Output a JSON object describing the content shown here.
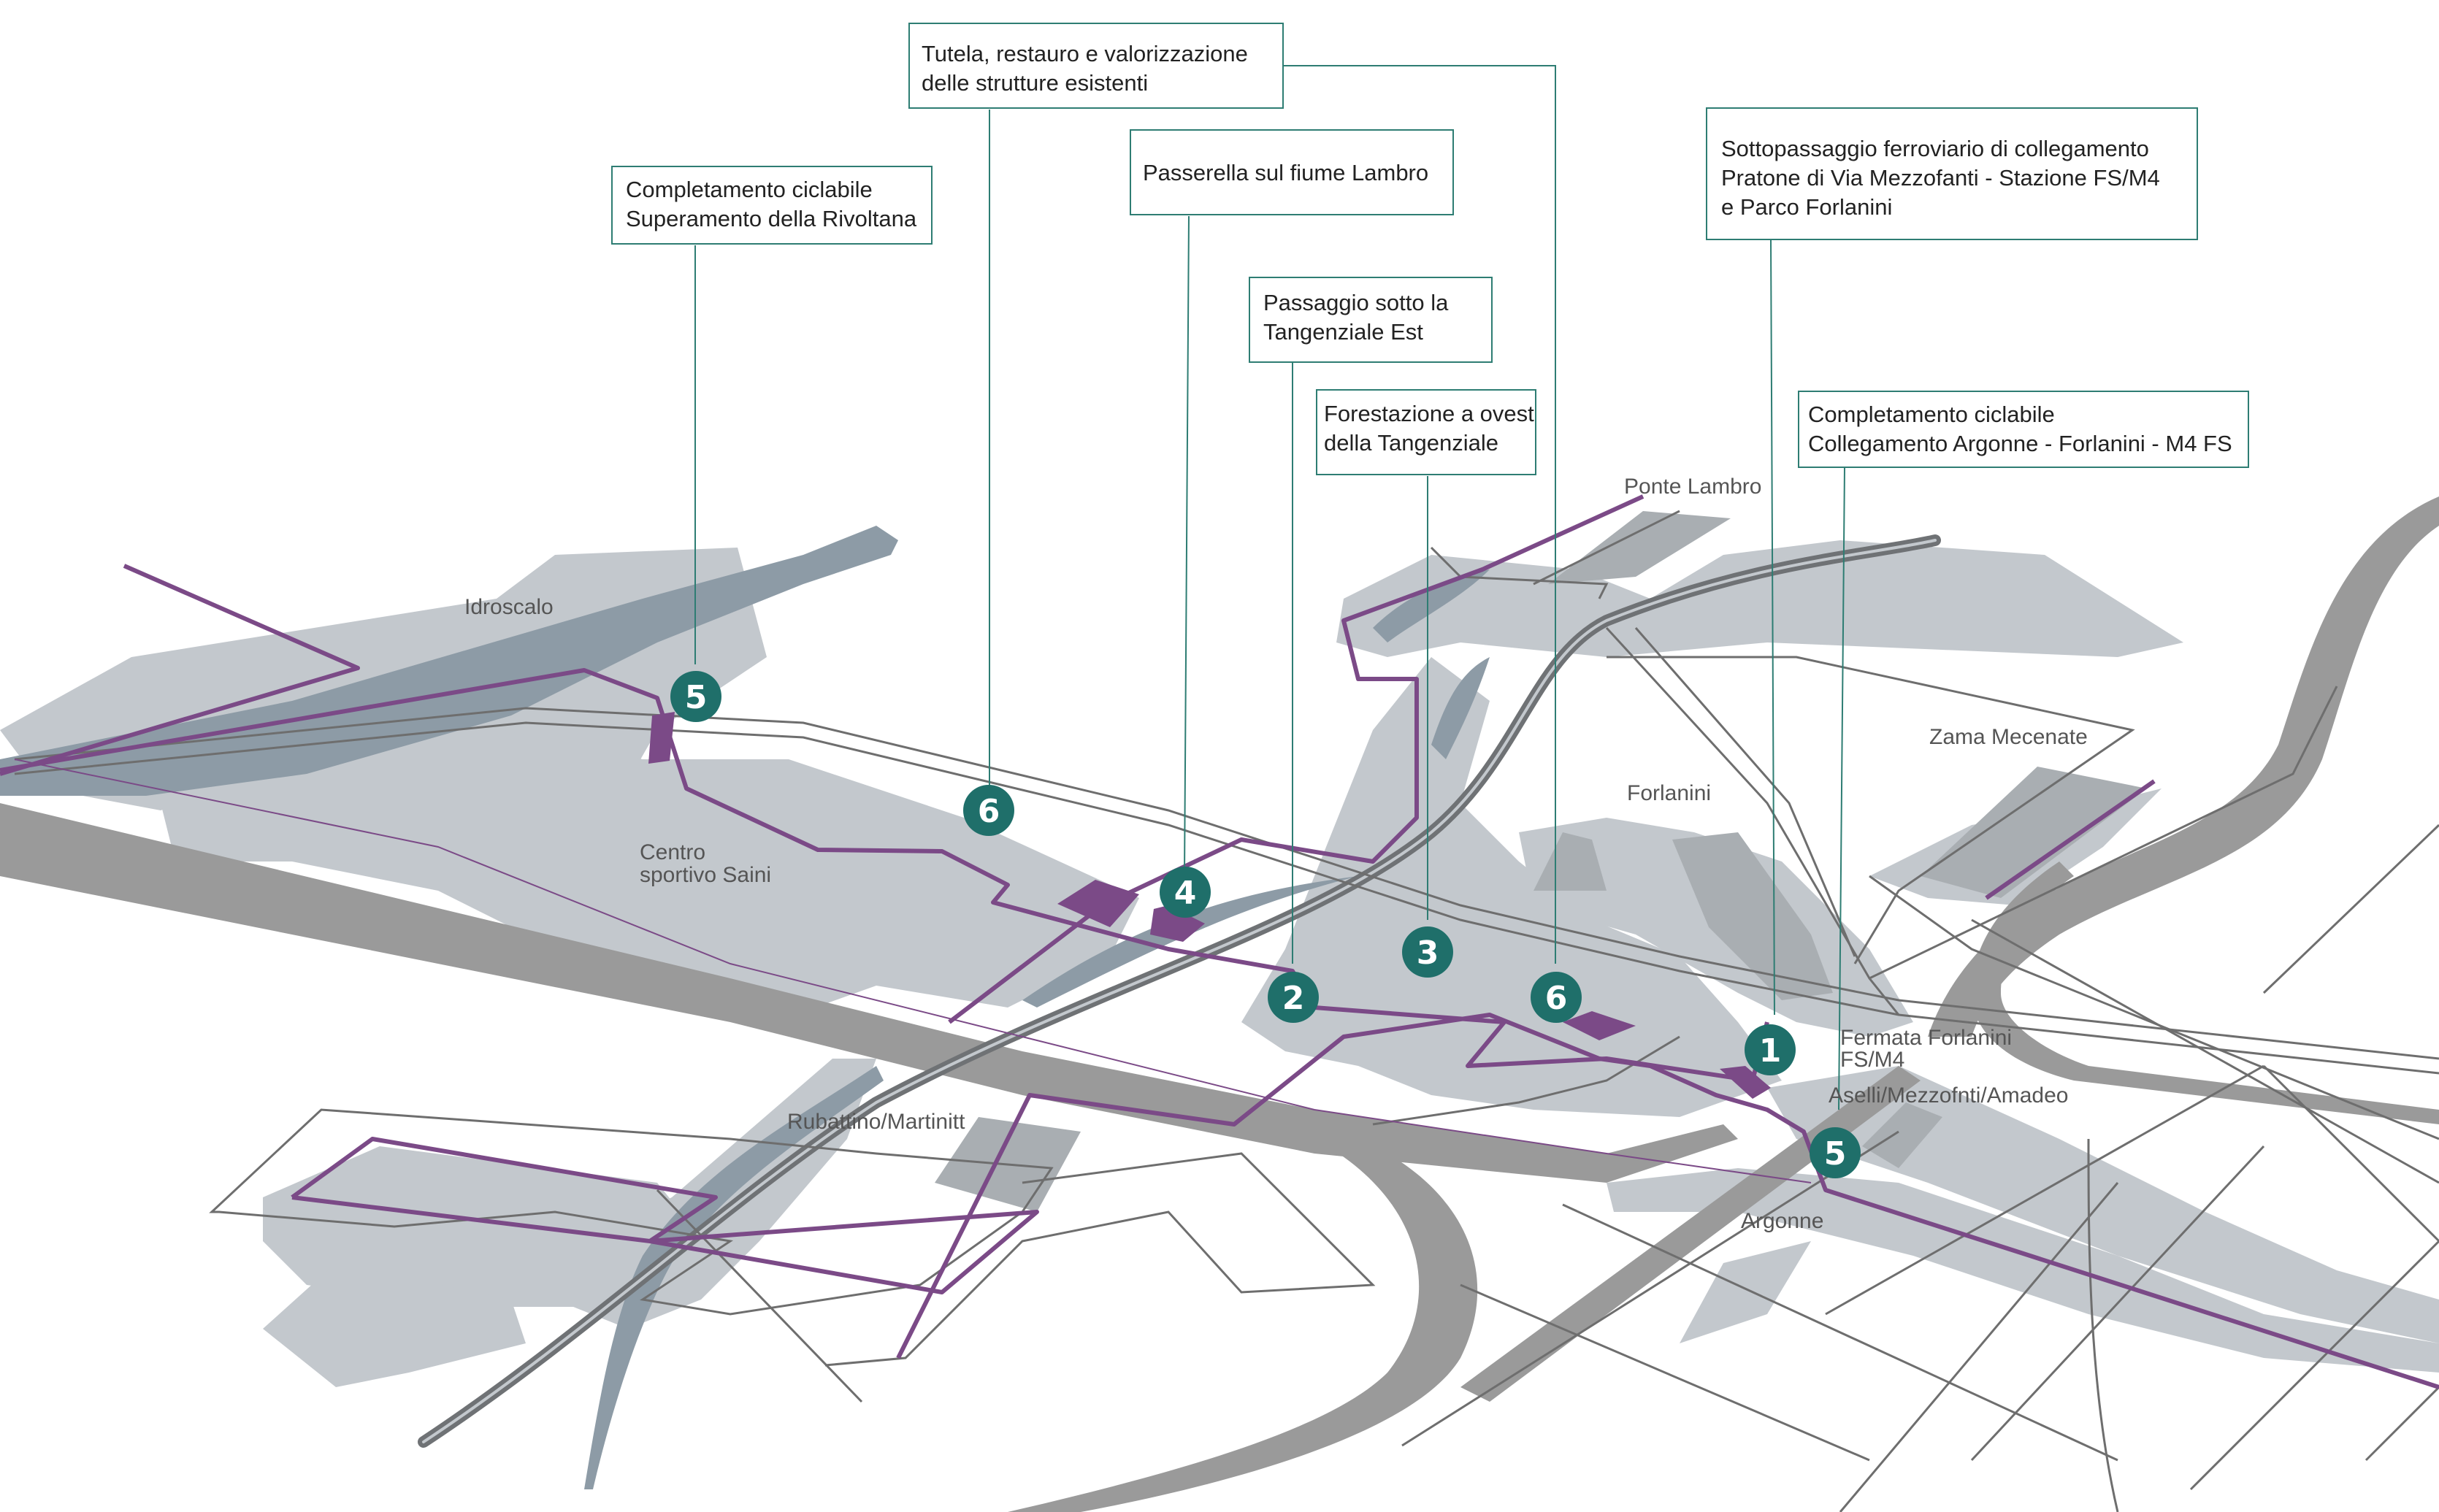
{
  "colors": {
    "area": "#c3c8cd",
    "area_dark": "#a9aeb2",
    "water": "#8d9ba6",
    "road": "#9a9a9a",
    "rail": "#6f7275",
    "line": "#6e6e6e",
    "route": "#7b4a87",
    "marker": "#1f6f6a",
    "callout_border": "#2e7d73"
  },
  "callouts": [
    {
      "lines": [
        "Tutela, restauro e valorizzazione",
        "delle strutture esistenti"
      ]
    },
    {
      "lines": [
        "Passerella sul fiume Lambro"
      ]
    },
    {
      "lines": [
        "Completamento ciclabile",
        "Superamento della Rivoltana"
      ]
    },
    {
      "lines": [
        "Passaggio  sotto la",
        "Tangenziale Est"
      ]
    },
    {
      "lines": [
        "Forestazione a ovest",
        "della Tangenziale"
      ]
    },
    {
      "lines": [
        "Sottopassaggio ferroviario di collegamento",
        "Pratone di Via Mezzofanti  - Stazione FS/M4",
        "e Parco Forlanini"
      ]
    },
    {
      "lines": [
        "Completamento ciclabile",
        "Collegamento Argonne - Forlanini - M4 FS"
      ]
    }
  ],
  "places": [
    {
      "lines": [
        "Idroscalo"
      ]
    },
    {
      "lines": [
        "Centro",
        "sportivo Saini"
      ]
    },
    {
      "lines": [
        "Rubattino/Martinitt"
      ]
    },
    {
      "lines": [
        "Ponte Lambro"
      ]
    },
    {
      "lines": [
        "Forlanini"
      ]
    },
    {
      "lines": [
        "Zama Mecenate"
      ]
    },
    {
      "lines": [
        "Fermata Forlanini",
        "FS/M4"
      ]
    },
    {
      "lines": [
        "Aselli/Mezzofnti/Amadeo"
      ]
    },
    {
      "lines": [
        "Argonne"
      ]
    }
  ],
  "markers": [
    {
      "label": "5"
    },
    {
      "label": "6"
    },
    {
      "label": "4"
    },
    {
      "label": "2"
    },
    {
      "label": "3"
    },
    {
      "label": "6"
    },
    {
      "label": "1"
    },
    {
      "label": "5"
    }
  ]
}
